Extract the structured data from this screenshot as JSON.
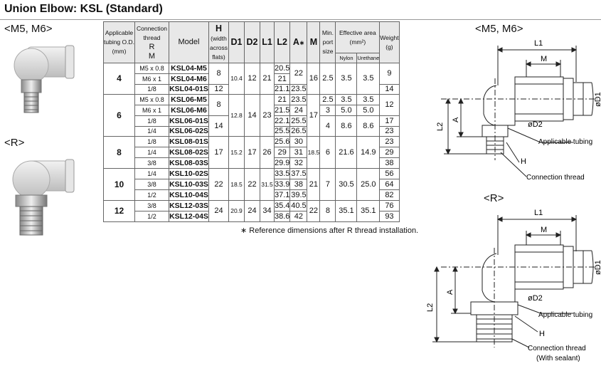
{
  "title": "Union Elbow: KSL (Standard)",
  "labels": {
    "m5m6_photo": "<M5, M6>",
    "r_photo": "<R>",
    "m5m6_drawing": "<M5, M6>",
    "r_drawing": "<R>"
  },
  "table": {
    "headers": {
      "tubing": "Applicable tubing O.D. (mm)",
      "thread_top": "Connection thread",
      "thread_r": "R",
      "thread_m": "M",
      "model": "Model",
      "h": "H",
      "h_sub": "(width across flats)",
      "d1": "D1",
      "d2": "D2",
      "l1": "L1",
      "l2": "L2",
      "a": "A",
      "a_star": "∗",
      "m": "M",
      "min_port": "Min. port size",
      "eff_area": "Effective area (mm²)",
      "nylon": "Nylon",
      "urethane": "Urethane",
      "weight": "Weight (g)"
    },
    "groups": [
      {
        "size": "4",
        "d1": "10.4",
        "d2": "12",
        "l1": "21",
        "m": "16",
        "rows": [
          {
            "thread": "M5 x 0.8",
            "model": "KSL04-M5",
            "l2": "20.5"
          },
          {
            "thread": "M6 x 1",
            "model": "KSL04-M6",
            "l2": "21"
          },
          {
            "thread": "1/8",
            "model": "KSL04-01S",
            "l2": "21.1",
            "a": "23.5"
          }
        ],
        "h": [
          "8",
          "12"
        ],
        "a_m": "22",
        "port": "2.5",
        "nylon": "3.5",
        "urethane": "3.5",
        "weight": [
          "9",
          "14"
        ]
      },
      {
        "size": "6",
        "d1": "12.8",
        "d2": "14",
        "l1": "23",
        "m": "17",
        "rows": [
          {
            "thread": "M5 x 0.8",
            "model": "KSL06-M5",
            "l2": "21",
            "a": "23.5",
            "port": "2.5",
            "nylon": "3.5",
            "urethane": "3.5"
          },
          {
            "thread": "M6 x 1",
            "model": "KSL06-M6",
            "l2": "21.5",
            "a": "24",
            "port": "3",
            "nylon": "5.0",
            "urethane": "5.0"
          },
          {
            "thread": "1/8",
            "model": "KSL06-01S",
            "l2": "22.1",
            "a": "25.5"
          },
          {
            "thread": "1/4",
            "model": "KSL06-02S",
            "l2": "25.5",
            "a": "26.5"
          }
        ],
        "h": [
          "8",
          "14"
        ],
        "port_r": "4",
        "nylon_r": "8.6",
        "urethane_r": "8.6",
        "weight": [
          "12",
          "17",
          "23"
        ]
      },
      {
        "size": "8",
        "d1": "15.2",
        "d2": "17",
        "l1": "26",
        "m": "18.5",
        "h": "17",
        "rows": [
          {
            "thread": "1/8",
            "model": "KSL08-01S",
            "l2": "25.6",
            "a": "30",
            "weight": "23"
          },
          {
            "thread": "1/4",
            "model": "KSL08-02S",
            "l2": "29",
            "a": "31",
            "weight": "29"
          },
          {
            "thread": "3/8",
            "model": "KSL08-03S",
            "l2": "29.9",
            "a": "32",
            "weight": "38"
          }
        ],
        "port": "6",
        "nylon": "21.6",
        "urethane": "14.9"
      },
      {
        "size": "10",
        "d1": "18.5",
        "d2": "22",
        "l1": "31.5",
        "m": "21",
        "h": "22",
        "rows": [
          {
            "thread": "1/4",
            "model": "KSL10-02S",
            "l2": "33.5",
            "a": "37.5",
            "weight": "56"
          },
          {
            "thread": "3/8",
            "model": "KSL10-03S",
            "l2": "33.9",
            "a": "38",
            "weight": "64"
          },
          {
            "thread": "1/2",
            "model": "KSL10-04S",
            "l2": "37.1",
            "a": "39.5",
            "weight": "82"
          }
        ],
        "port": "7",
        "nylon": "30.5",
        "urethane": "25.0"
      },
      {
        "size": "12",
        "d1": "20.9",
        "d2": "24",
        "l1": "34",
        "m": "22",
        "h": "24",
        "rows": [
          {
            "thread": "3/8",
            "model": "KSL12-03S",
            "l2": "35.4",
            "a": "40.5",
            "weight": "76"
          },
          {
            "thread": "1/2",
            "model": "KSL12-04S",
            "l2": "38.6",
            "a": "42",
            "weight": "93"
          }
        ],
        "port": "8",
        "nylon": "35.1",
        "urethane": "35.1"
      }
    ]
  },
  "note": "∗ Reference dimensions after R thread installation.",
  "drawing_labels": {
    "l1": "L1",
    "m": "M",
    "d1": "øD1",
    "d2": "øD2",
    "l2": "L2",
    "a": "A",
    "h": "H",
    "tubing": "Applicable tubing",
    "thread": "Connection thread",
    "with_sealant": "(With sealant)"
  },
  "colors": {
    "body": "#d9d9d9",
    "metal": "#b8b8b8",
    "header_bg": "#e8e8e8"
  }
}
